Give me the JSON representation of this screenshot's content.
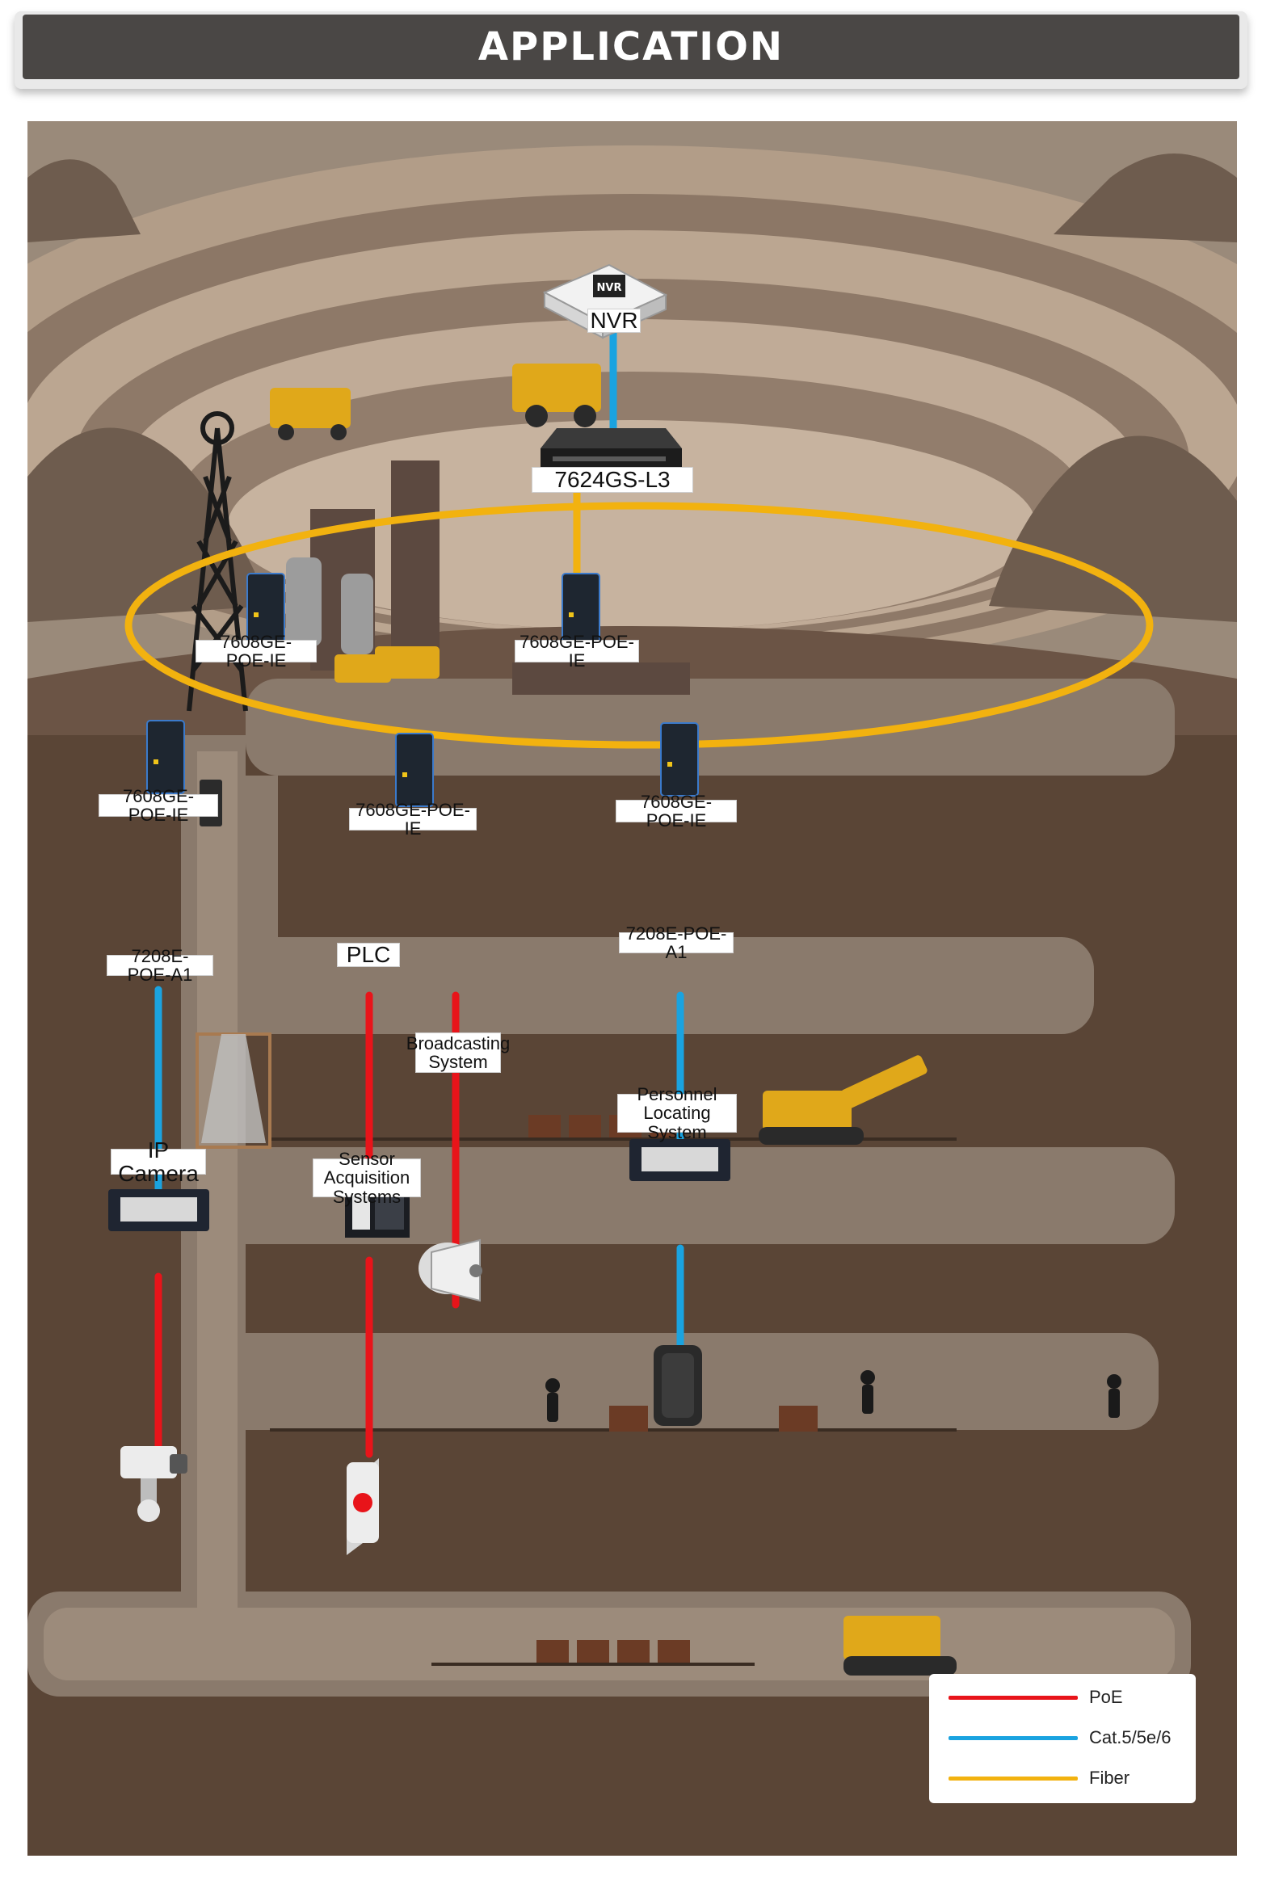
{
  "header": {
    "title": "APPLICATION"
  },
  "devices": {
    "nvr": {
      "label": "NVR",
      "icon_text": "NVR"
    },
    "core_switch": {
      "label": "7624GS-L3"
    },
    "ring_switch_top_left": {
      "label": "7608GE-POE-IE"
    },
    "ring_switch_top_right": {
      "label": "7608GE-POE-IE"
    },
    "ring_switch_left": {
      "label": "7608GE-POE-IE"
    },
    "ring_switch_center": {
      "label": "7608GE-POE-IE"
    },
    "ring_switch_right": {
      "label": "7608GE-POE-IE"
    },
    "poe_switch_left": {
      "label": "7208E-POE-A1"
    },
    "poe_switch_right": {
      "label": "7208E-POE-A1"
    },
    "plc": {
      "label": "PLC"
    },
    "broadcasting": {
      "label_line1": "Broadcasting",
      "label_line2": "System"
    },
    "ip_camera": {
      "label": "IP Camera"
    },
    "sensor": {
      "label_line1": "Sensor Acquisition",
      "label_line2": "Systems"
    },
    "personnel": {
      "label_line1": "Personnel Locating",
      "label_line2": "System"
    }
  },
  "legend": {
    "items": [
      {
        "label": "PoE",
        "color": "#e8141a"
      },
      {
        "label": "Cat.5/5e/6",
        "color": "#1aa3e0"
      },
      {
        "label": "Fiber",
        "color": "#f2b20f"
      }
    ]
  },
  "colors": {
    "poe": "#e8141a",
    "cat": "#1aa3e0",
    "fiber": "#f2b20f",
    "header_bg": "#4a4745"
  }
}
